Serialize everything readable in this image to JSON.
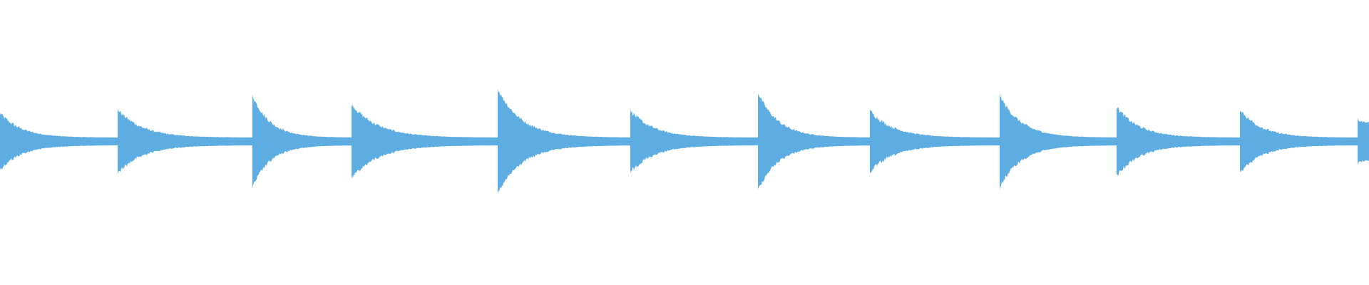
{
  "waveform": {
    "color": "#5dade2",
    "baseline_color": "#5dade2",
    "events": [
      {
        "peak": 0.22,
        "tail": 0.03
      },
      {
        "peak": 0.25,
        "tail": 0.03
      },
      {
        "peak": 0.36,
        "tail": 0.03
      },
      {
        "peak": 0.29,
        "tail": 0.03
      },
      {
        "peak": 0.41,
        "tail": 0.03
      },
      {
        "peak": 0.24,
        "tail": 0.03
      },
      {
        "peak": 0.38,
        "tail": 0.03
      },
      {
        "peak": 0.24,
        "tail": 0.03
      },
      {
        "peak": 0.36,
        "tail": 0.03
      },
      {
        "peak": 0.27,
        "tail": 0.03
      },
      {
        "peak": 0.25,
        "tail": 0.03
      },
      {
        "peak": 0.18,
        "tail": 0.15
      }
    ]
  }
}
